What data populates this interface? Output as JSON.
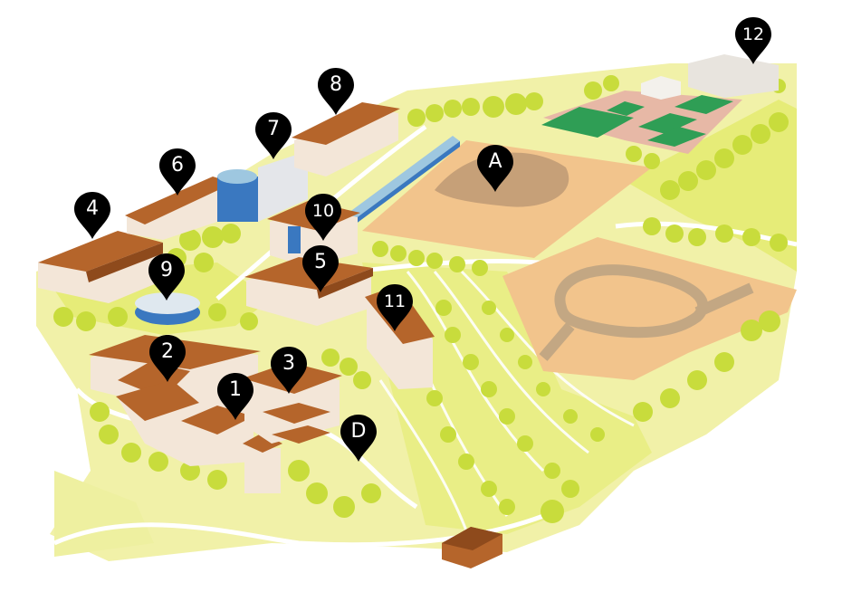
{
  "map": {
    "colors": {
      "grass": "#f1f1a8",
      "lawn": "#e2ea6c",
      "tree": "#c8dc3c",
      "tree_dark": "#a8c828",
      "field": "#f2c48c",
      "dirt": "#c6a078",
      "roof": "#b5652b",
      "roof_dark": "#8e4a1c",
      "wall": "#f3e6d8",
      "glass": "#3a78c0",
      "court": "#2f9e55",
      "court_floor": "#e7b8a6",
      "track": "#c3a783",
      "road_line": "#d8d8c8",
      "marker": "#000000"
    },
    "markers": [
      {
        "id": "1",
        "label": "1"
      },
      {
        "id": "2",
        "label": "2"
      },
      {
        "id": "3",
        "label": "3"
      },
      {
        "id": "4",
        "label": "4"
      },
      {
        "id": "5",
        "label": "5"
      },
      {
        "id": "6",
        "label": "6"
      },
      {
        "id": "7",
        "label": "7"
      },
      {
        "id": "8",
        "label": "8"
      },
      {
        "id": "9",
        "label": "9"
      },
      {
        "id": "10",
        "label": "10"
      },
      {
        "id": "11",
        "label": "11"
      },
      {
        "id": "12",
        "label": "12"
      },
      {
        "id": "A",
        "label": "A"
      },
      {
        "id": "D",
        "label": "D"
      }
    ]
  }
}
